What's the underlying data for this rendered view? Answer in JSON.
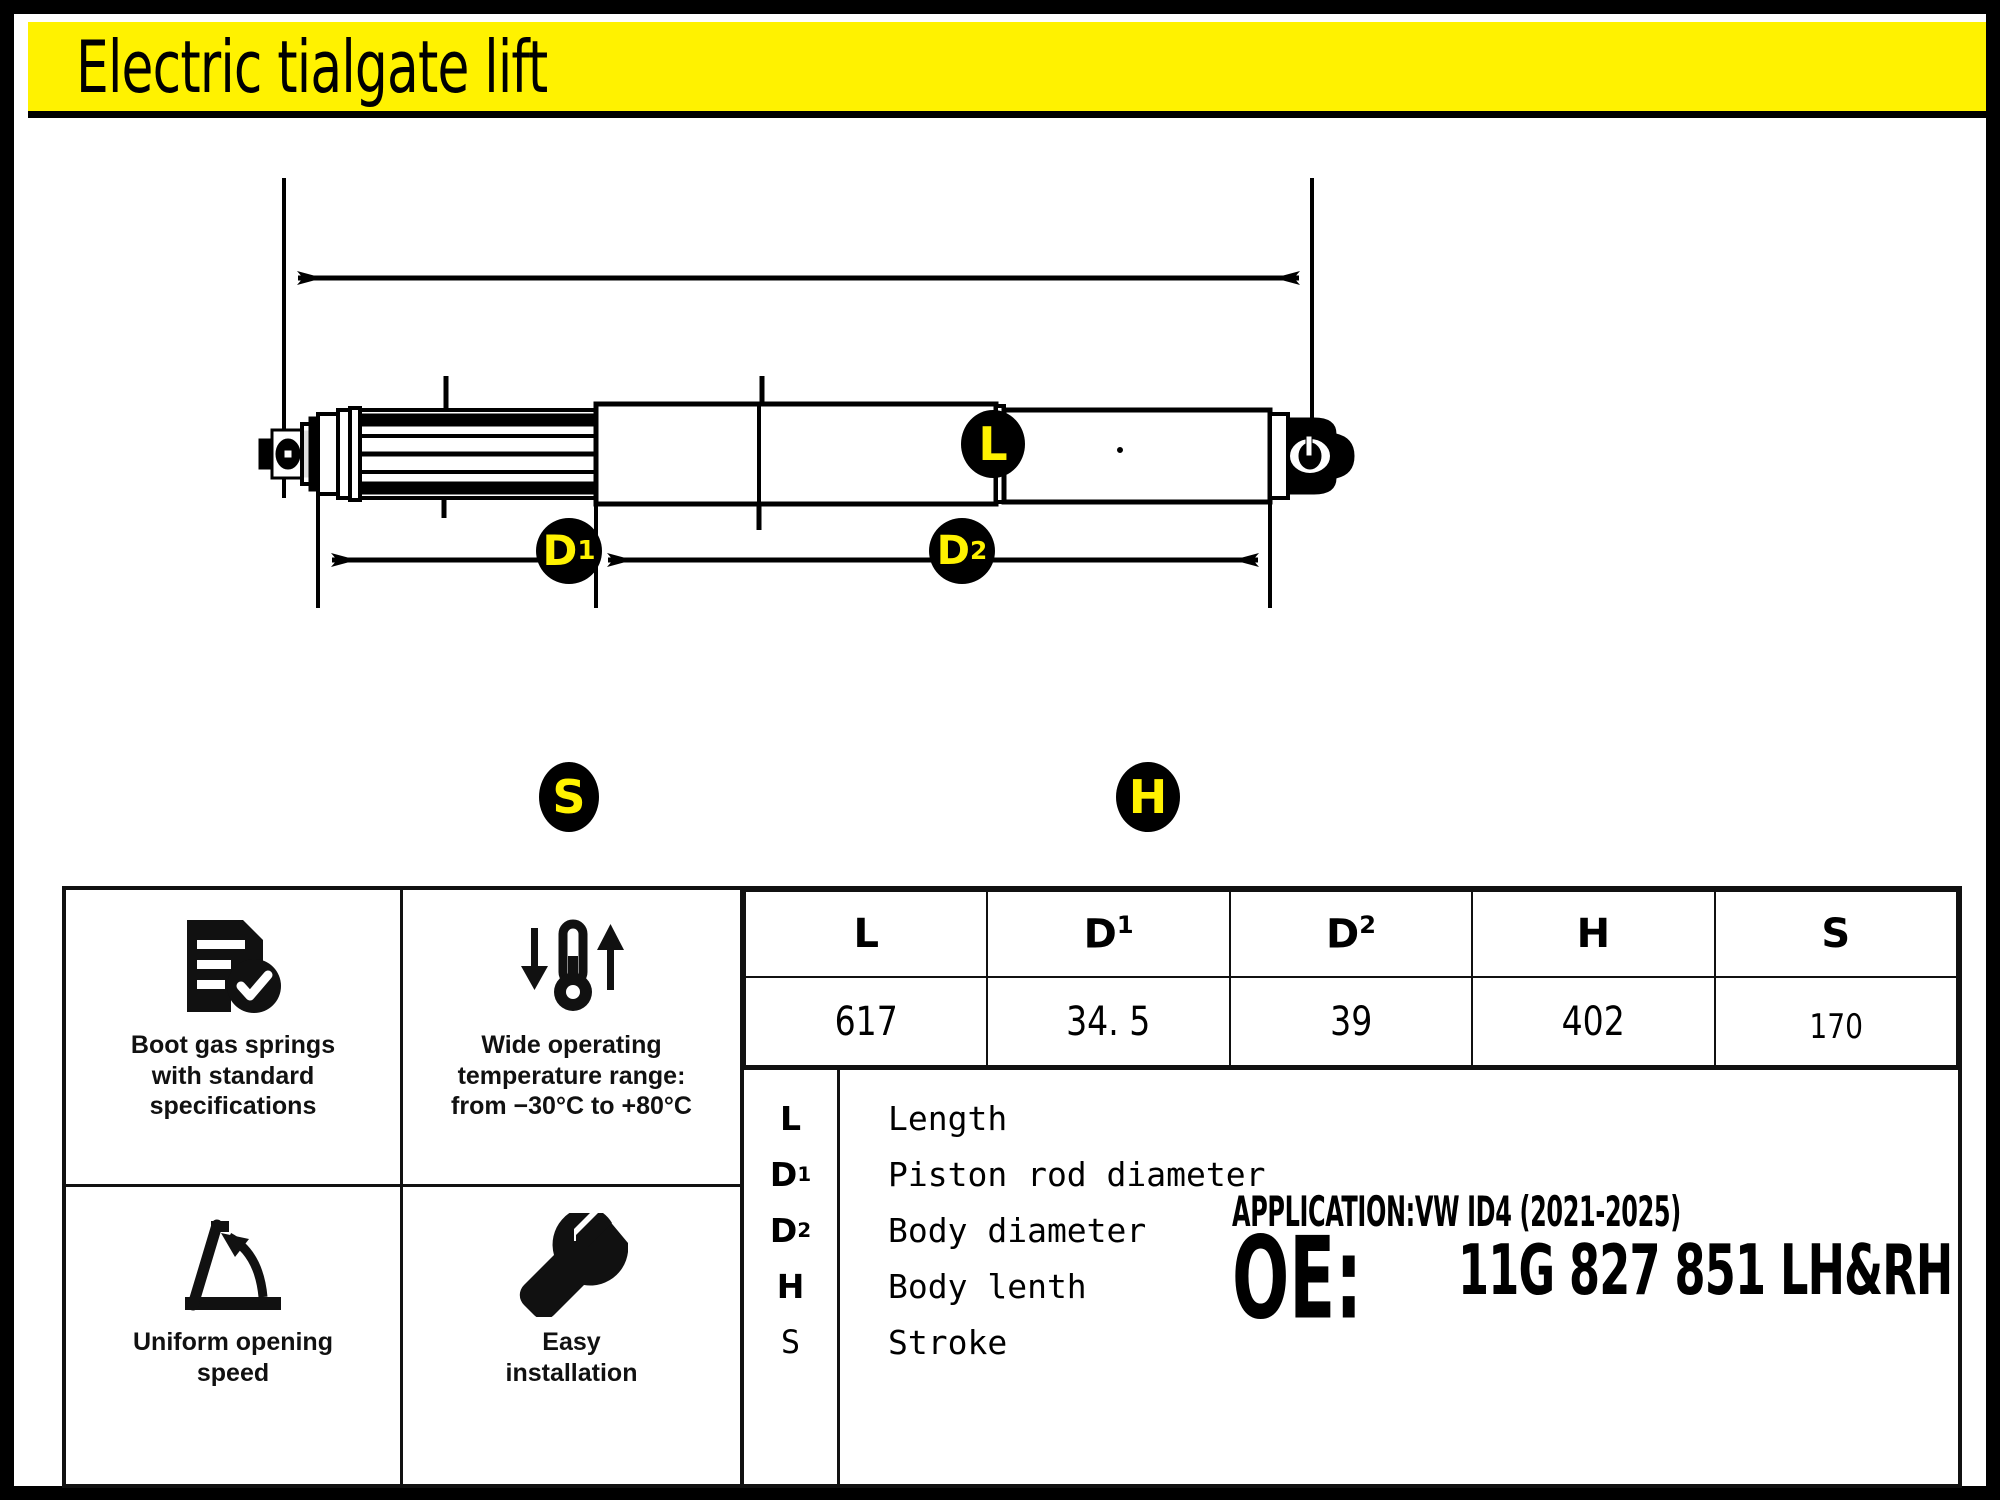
{
  "header": {
    "title": "Electric tialgate lift",
    "banner_color": "#FFF200"
  },
  "diagram": {
    "dimension_labels": {
      "L": "L",
      "D1_letter": "D",
      "D1_sup": "1",
      "D2_letter": "D",
      "D2_sup": "2",
      "H": "H",
      "S": "S"
    },
    "badge_bg": "#000000",
    "badge_fg": "#FFF200",
    "part_description": "gas spring strut side view with ball-socket end fittings"
  },
  "features": [
    {
      "icon": "document-check-icon",
      "label": "Boot gas springs\nwith standard\nspecifications"
    },
    {
      "icon": "thermometer-range-icon",
      "label": "Wide operating\ntemperature range:\nfrom −30°C to +80°C"
    },
    {
      "icon": "opening-angle-icon",
      "label": "Uniform opening\nspeed"
    },
    {
      "icon": "wrench-icon",
      "label": "Easy\ninstallation"
    }
  ],
  "spec_table": {
    "headers": [
      {
        "text": "L",
        "sup": ""
      },
      {
        "text": "D",
        "sup": "1"
      },
      {
        "text": "D",
        "sup": "2"
      },
      {
        "text": "H",
        "sup": ""
      },
      {
        "text": "S",
        "sup": ""
      }
    ],
    "values": [
      "617",
      "34. 5",
      "39",
      "402",
      "170"
    ]
  },
  "legend": {
    "rows": [
      {
        "key": "L",
        "sup": "",
        "definition": "Length"
      },
      {
        "key": "D",
        "sup": "1",
        "definition": "Piston rod diameter"
      },
      {
        "key": "D",
        "sup": "2",
        "definition": "Body diameter"
      },
      {
        "key": "H",
        "sup": "",
        "definition": "Body lenth"
      },
      {
        "key": "S",
        "sup": "",
        "definition": "Stroke"
      }
    ]
  },
  "application": {
    "line": "APPLICATION:VW ID4 (2021-2025)",
    "oe_label": "OE:",
    "oe_number": "11G 827 851  LH&RH"
  }
}
